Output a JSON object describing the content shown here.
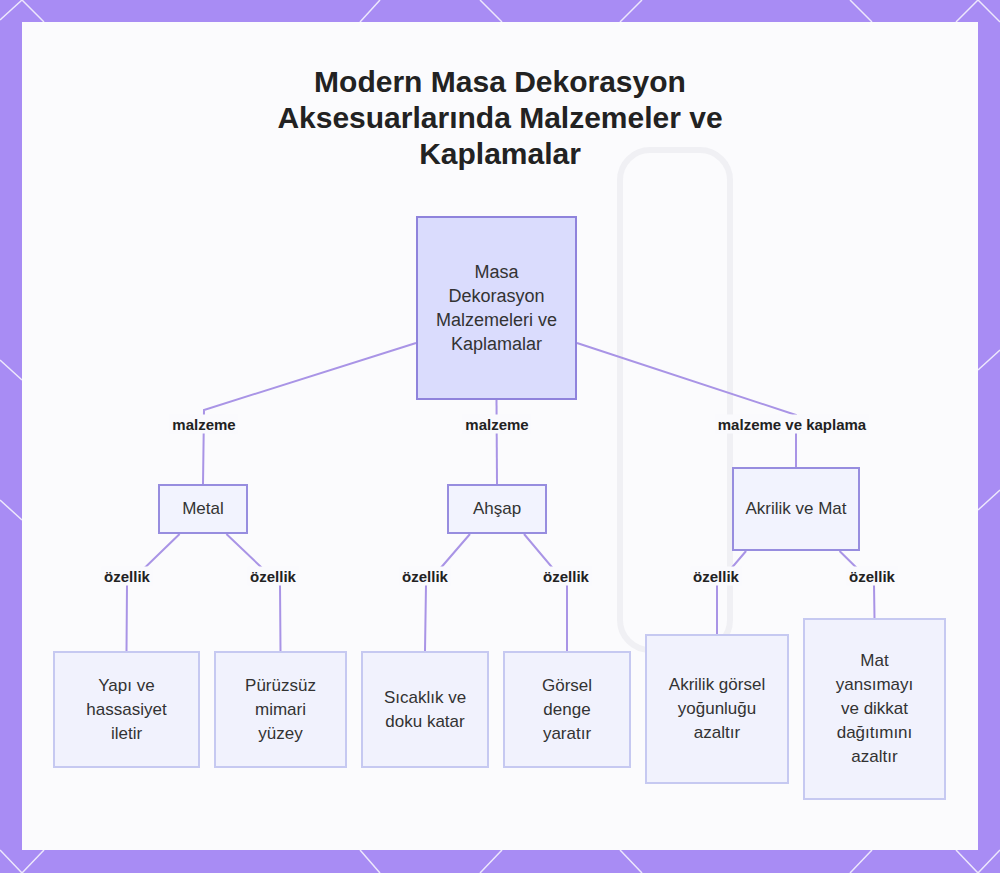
{
  "diagram": {
    "title": "Modern Masa Dekorasyon Aksesuarlarında Malzemeler ve Kaplamalar",
    "nodes": [
      {
        "text": [
          "Masa Dekorasyon Malzemeleri ve Kaplamalar"
        ]
      },
      {
        "text": [
          "Metal"
        ]
      },
      {
        "text": [
          "Ahşap"
        ]
      },
      {
        "text": [
          "Akrilik ve Mat"
        ]
      },
      {
        "text": [
          "Yapı ve hassasiyet iletir"
        ]
      },
      {
        "text": [
          "Pürüzsüz mimari yüzey"
        ]
      },
      {
        "text": [
          "Sıcaklık ve doku katar"
        ]
      },
      {
        "text": [
          "Görsel denge yaratır"
        ]
      },
      {
        "text": [
          "Akrilik görsel yoğunluğu azaltır"
        ]
      },
      {
        "text": [
          "Mat yansımayı ve dikkat dağıtımını azaltır"
        ]
      }
    ],
    "edges": [
      {
        "from": 0,
        "to": 1,
        "label": "malzeme",
        "arrow": "none"
      },
      {
        "from": 0,
        "to": 2,
        "label": "malzeme",
        "arrow": "none"
      },
      {
        "from": 0,
        "to": 3,
        "label": "malzeme ve kaplama",
        "arrow": "none"
      },
      {
        "from": 1,
        "to": 4,
        "label": "özellik",
        "arrow": "none"
      },
      {
        "from": 1,
        "to": 5,
        "label": "özellik",
        "arrow": "none"
      },
      {
        "from": 2,
        "to": 6,
        "label": "özellik",
        "arrow": "none"
      },
      {
        "from": 2,
        "to": 7,
        "label": "özellik",
        "arrow": "none"
      },
      {
        "from": 3,
        "to": 8,
        "label": "özellik",
        "arrow": "none"
      },
      {
        "from": 3,
        "to": 9,
        "label": "özellik",
        "arrow": "none"
      }
    ]
  }
}
